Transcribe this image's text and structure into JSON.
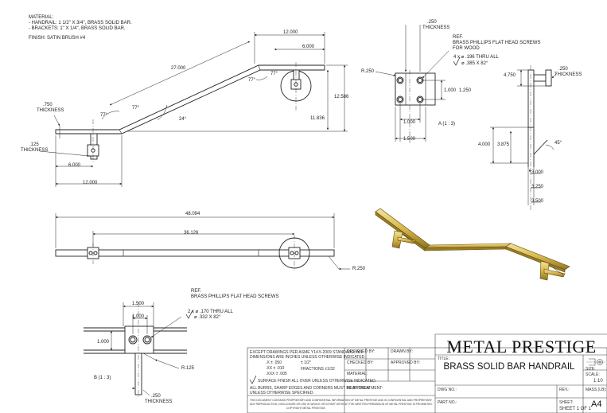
{
  "notes": {
    "material_header": "MATERIAL:",
    "material_line1": "- HANDRAIL: 1 1/2\" X 3/4\", BRASS SOLID BAR.",
    "material_line2": "- BRACKETS: 1\" X 1/4\", BRASS SOLID BAR.",
    "finish": "FINISH: SATIN BRUSH #4"
  },
  "top_view": {
    "dim_12000_top": "12.000",
    "dim_6000_top": "6.000",
    "dim_27000": "27.000",
    "angle_77_a": "77°",
    "angle_77_b": "77°",
    "angle_77_c": "77°",
    "angle_77_d": "77°",
    "angle_24": "24°",
    "dim_12586": "12.586",
    "dim_11836": "11.836",
    "thickness_750": ".750",
    "thickness_750_label": "THICKNESS",
    "thickness_125": ".125",
    "thickness_125_label": "THICKNESS",
    "dim_6000_bottom": "6.000",
    "dim_12000_bottom": "12.000"
  },
  "bracket_view": {
    "thickness_250": ".250",
    "thickness_250_label": "THICKNESS",
    "ref": "REF.",
    "screws_line1": "BRASS PHILLIPS FLAT HEAD SCREWS",
    "screws_line2": "FOR WOOD",
    "hole_spec1": "4 x ⌀ .196 THRU ALL",
    "hole_spec2": "⌀ .385 X 82°",
    "radius_250": "R.250",
    "dim_1000a": "1.000",
    "dim_1250": "1.250",
    "dim_1000b": "1.000",
    "dim_1500": "1.500",
    "detail_label": "A (1 : 3)"
  },
  "side_view": {
    "dim_4750": "4.750",
    "thickness_250": ".250",
    "thickness_250_label": "THICKNESS",
    "dim_4000": "4.000",
    "dim_3875": "3.875",
    "angle_45": "45°",
    "dim_3000": "3.000",
    "dim_3250": "3.250",
    "dim_3500": "3.500"
  },
  "front_view": {
    "dim_48094": "48.094",
    "dim_36126": "36.126",
    "radius_250": "R.250"
  },
  "detail_b": {
    "ref": "REF.",
    "screws": "BRASS PHILLIPS FLAT HEAD SCREWS",
    "dim_1500": "1.500",
    "dim_1000a": "1.000",
    "dim_1000b": "1.000",
    "hole_spec1": "2 x ⌀ .170 THRU ALL",
    "hole_spec2": "⌀ .332 X 82°",
    "radius_125": "R.125",
    "detail_label": "B (1 : 3)",
    "thickness_250": ".250",
    "thickness_250_label": "THICKNESS"
  },
  "title_block": {
    "notes_line1": "EXCEPT DRAWINGS PER ASME Y14.5-2009 STANDARD, ALL",
    "notes_line2": "DIMENSIONS ARE INCHES UNLESS OTHERWISE INDICATED.",
    "tol_x": ".X ± .050",
    "tol_xx": ".XX ± .010",
    "tol_xxx": ".XXX ± .005",
    "tol_angle": "± 1/2°",
    "tol_fraction": "FRACTIONS ±1/32",
    "surface_note": "SURFACE FINISH ALL OVER UNLESS OTHERWISE INDICATED.",
    "edges_line1": "ALL BURRS, SHARP EDGES AND CORNERS MUST BE BROKEN",
    "edges_line2": "UNLESS OTHERWISE SPECIFIED.",
    "designed_by": "DESIGNED BY:",
    "drawn_by": "DRAWN BY:",
    "checked_by": "CHECKED BY:",
    "approved_by": "APPROVED BY:",
    "material": "MATERIAL:",
    "heat_treatment": "HEAT TREATMENT:",
    "confidential_line1": "THIS DOCUMENT CONTAINS PROPRIETARY AND CONFIDENTIAL INFORMATION OF METAL PRESTIGE AND IS CONFIDENTIAL AND PROPRIETARY.",
    "confidential_line2": "ANY REPRODUCTION, DISCLOSURE OR USE IN WHOLE OR IN PART WITHOUT THE WRITTEN PERMISSION OF METAL PRESTIGE IS PROHIBITED.",
    "confidential_line3": "COPYRIGHT METAL PRESTIGE.",
    "company": "METAL PRESTIGE",
    "title_label": "TITLE:",
    "title": "BRASS SOLID BAR HANDRAIL",
    "size_label": "SIZE:",
    "scale_label": "SCALE:",
    "scale": "1:10",
    "dwg_no_label": "DWG NO.:",
    "rev_label": "REV.:",
    "mass_label": "MASS (LB):",
    "part_no_label": "PART NO.:",
    "sheet_label": "SHEET:",
    "sheet": "SHEET 1 OF 1",
    "size": "A4"
  }
}
